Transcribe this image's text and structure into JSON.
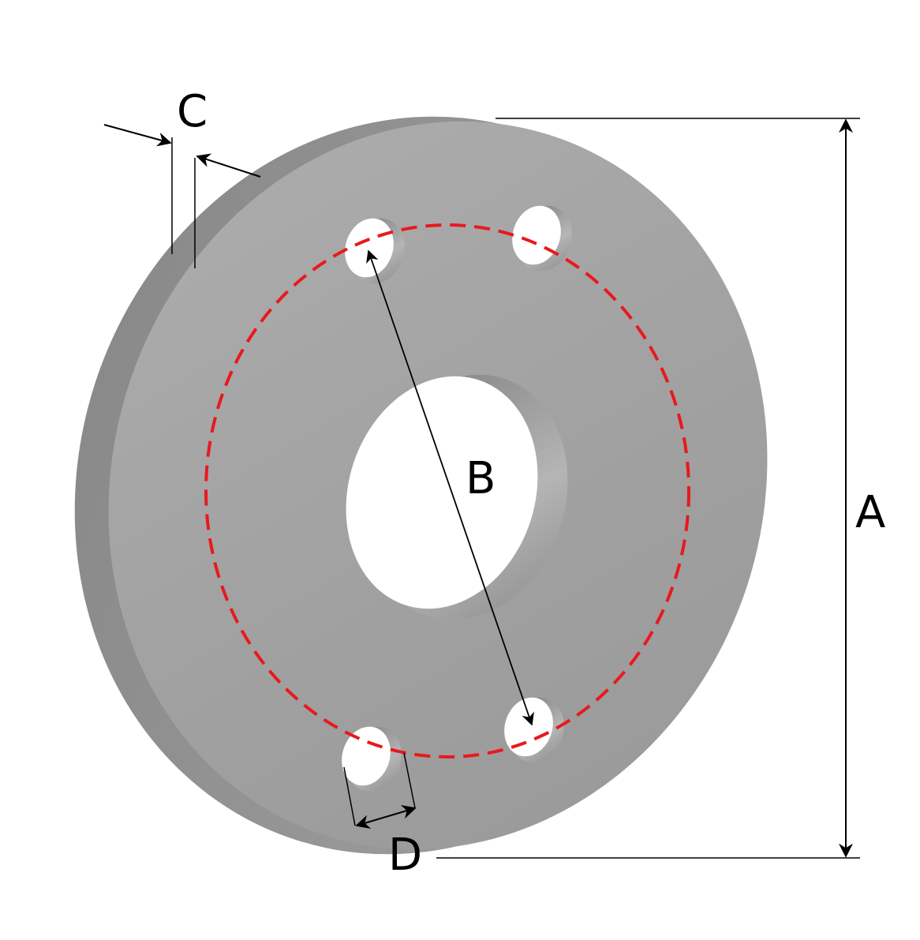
{
  "labels": {
    "A": "A",
    "B": "B",
    "C": "C",
    "D": "D"
  },
  "colors": {
    "plate": "#a3a3a3",
    "plate_edge": "#8e8e8e",
    "bolt_circle": "#e8191e",
    "dimension_line": "#000000",
    "background": "#ffffff"
  }
}
